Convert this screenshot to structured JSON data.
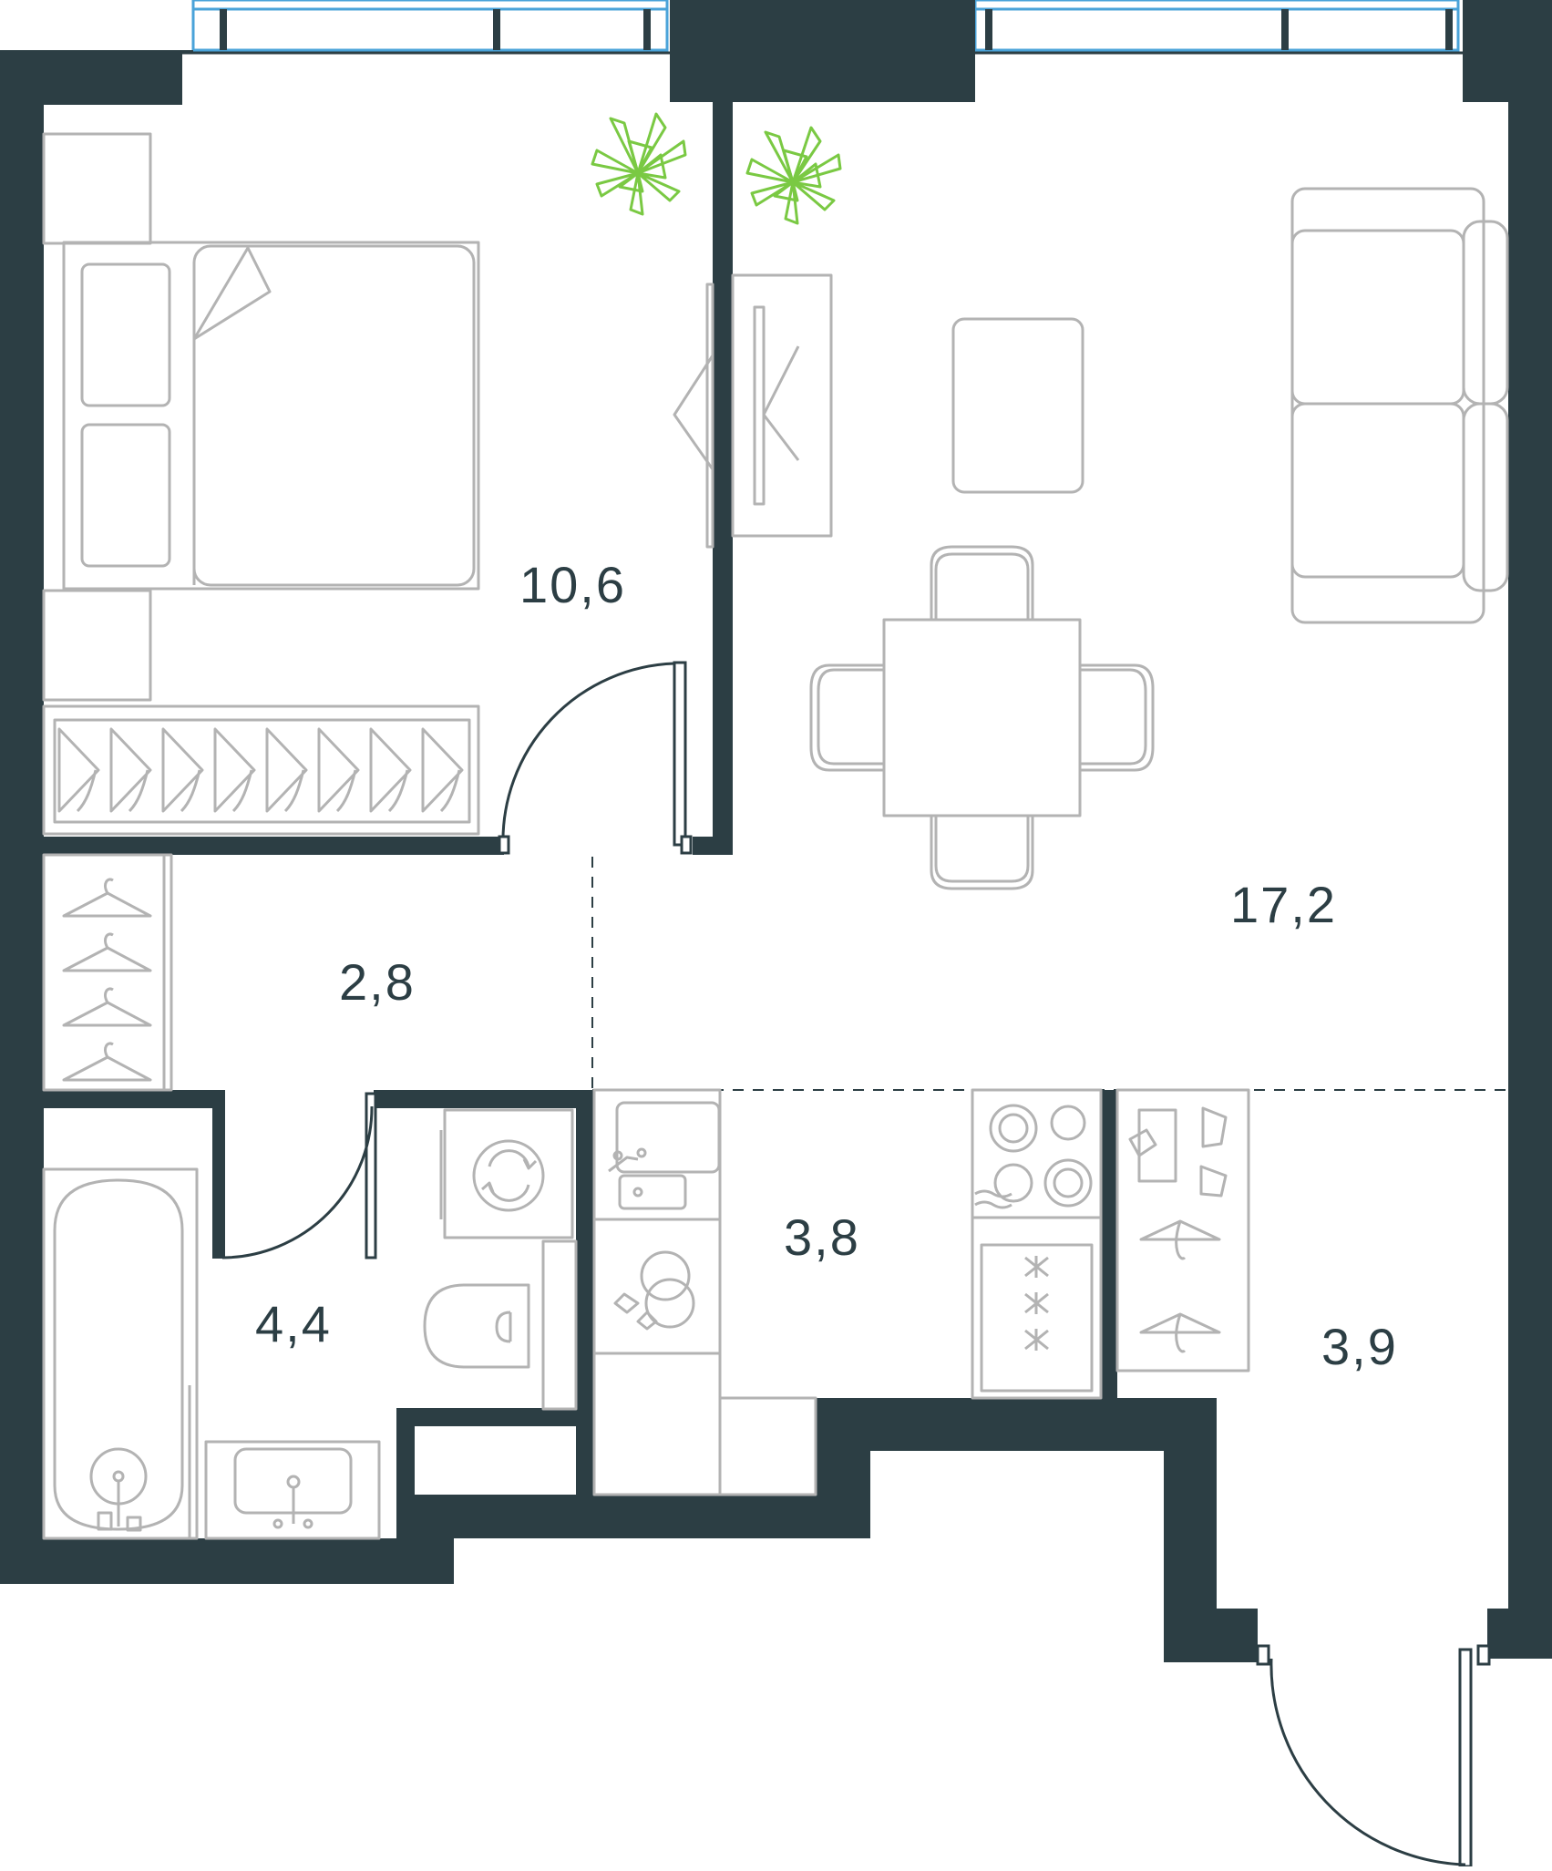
{
  "colors": {
    "wall": "#2c3e44",
    "furniture": "#b3b3b3",
    "window": "#4aa3d9",
    "plant": "#7ac943",
    "label": "#2c3e44"
  },
  "rooms": [
    {
      "id": "bedroom",
      "area": "10,6"
    },
    {
      "id": "living-kitchen",
      "area": "17,2"
    },
    {
      "id": "hallway",
      "area": "2,8"
    },
    {
      "id": "bathroom",
      "area": "4,4"
    },
    {
      "id": "kitchen",
      "area": "3,8"
    },
    {
      "id": "entrance",
      "area": "3,9"
    }
  ]
}
